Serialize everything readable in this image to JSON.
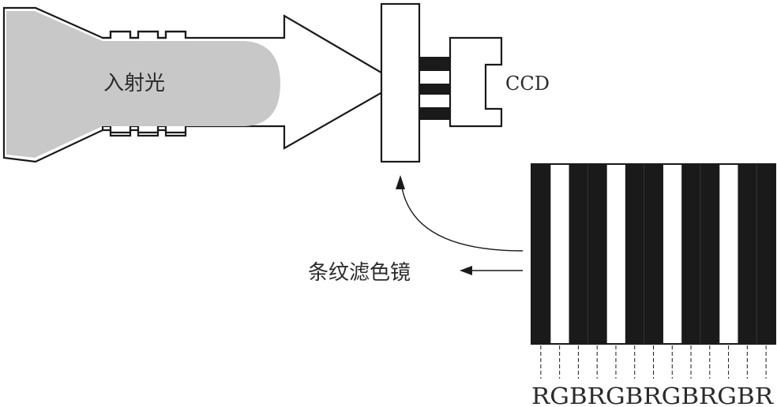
{
  "diagram": {
    "incident_light_label": "入射光",
    "ccd_label": "CCD",
    "stripe_filter_label": "条纹滤色镜",
    "stripe_sequence_label": "RGBRGBRGBRGBR",
    "stripe_colors_note": "",
    "colors": {
      "stroke": "#1a1a1a",
      "light_fill": "#c8c8c8",
      "stripe_dark": "#1a1a1a",
      "stripe_light": "#ffffff",
      "text": "#2b2b2b"
    }
  }
}
